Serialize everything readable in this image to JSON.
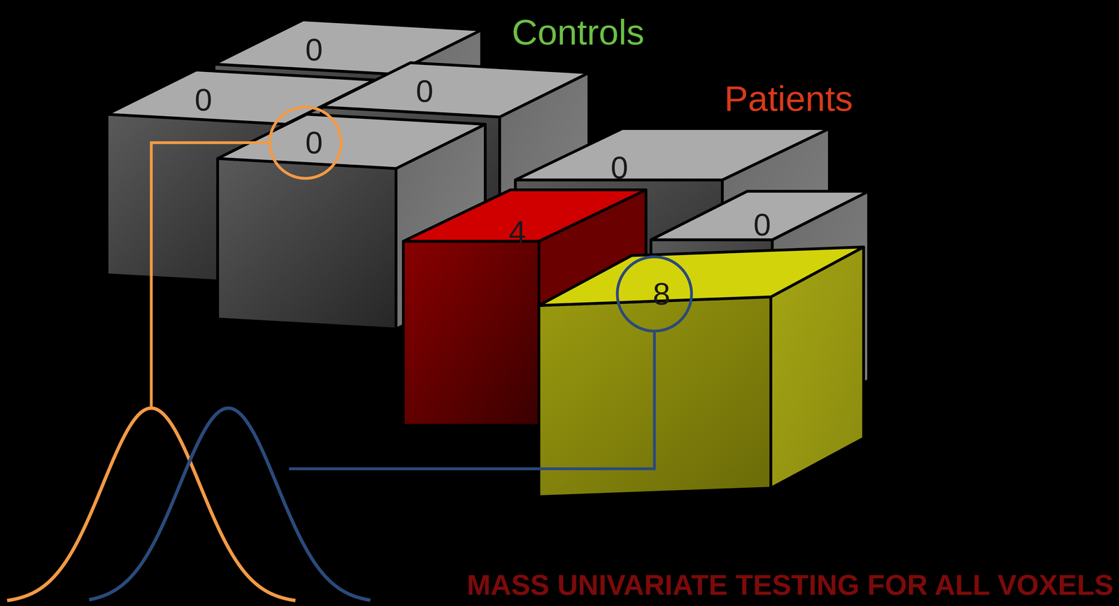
{
  "diagram": {
    "nodes": [
      {
        "text": [
          "0"
        ]
      },
      {
        "text": [
          "0"
        ]
      },
      {
        "text": [
          "0"
        ]
      },
      {
        "text": [
          "0"
        ]
      },
      {
        "text": [
          "0"
        ]
      },
      {
        "text": [
          "4"
        ]
      },
      {
        "text": [
          "0"
        ]
      },
      {
        "text": [
          "8"
        ]
      }
    ],
    "labels": [
      "Controls",
      "Patients",
      "MASS UNIVARIATE TESTING FOR ALL VOXELS"
    ]
  }
}
